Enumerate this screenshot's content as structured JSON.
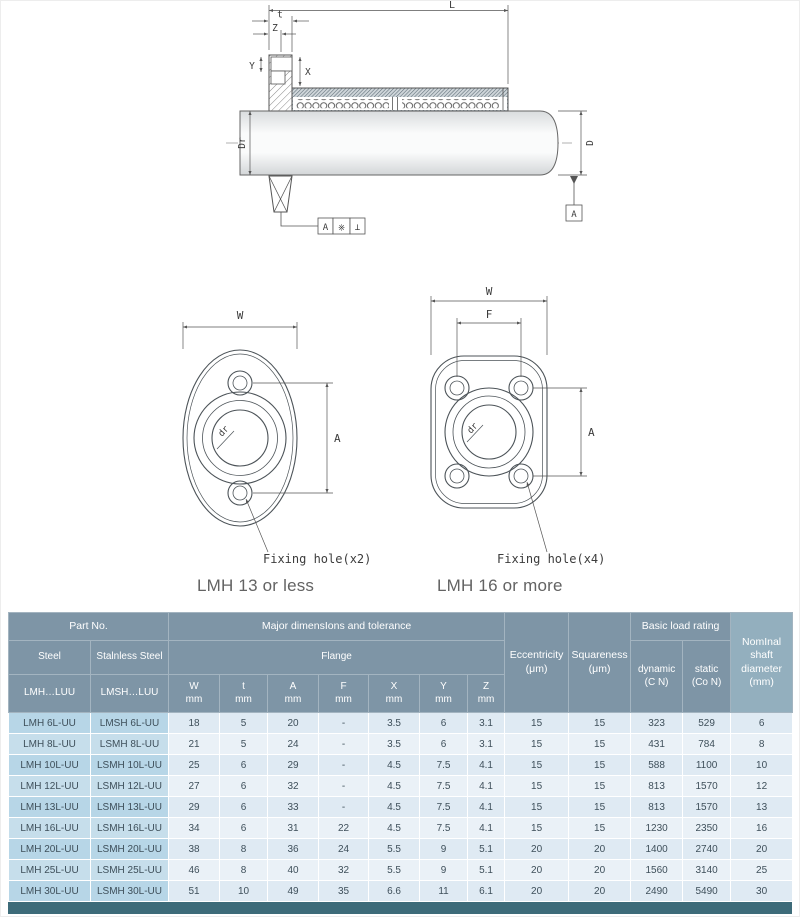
{
  "main_drawing": {
    "dim_l": "L",
    "dim_t": "t",
    "dim_z": "Z",
    "dim_y": "Y",
    "dim_x": "X",
    "dim_dr": "Dr",
    "dim_d": "D",
    "datum_left_a": "A",
    "datum_left_sym": "※",
    "datum_left_perp": "⊥",
    "datum_right_a": "A"
  },
  "flange_two_hole": {
    "dim_w": "W",
    "dim_a": "A",
    "bore_label": "dr",
    "fixing": "Fixing hole(x2)",
    "caption": "LMH 13 or less"
  },
  "flange_four_hole": {
    "dim_w": "W",
    "dim_f": "F",
    "dim_a": "A",
    "bore_label": "dr",
    "fixing": "Fixing hole(x4)",
    "caption": "LMH 16 or more"
  },
  "table": {
    "header": {
      "part_no": "Part No.",
      "major_dims": "Major dimensIons and tolerance",
      "basic_load": "Basic load rating",
      "nominal": "NomInal\nshaft\ndiameter\n(mm)",
      "steel": "Steel",
      "stainless": "Stalnless Steel",
      "flange": "Flange",
      "steel_code": "LMH…LUU",
      "stainless_code": "LMSH…LUU",
      "cols": [
        "W\nmm",
        "t\nmm",
        "A\nmm",
        "F\nmm",
        "X\nmm",
        "Y\nmm",
        "Z\nmm"
      ],
      "eccentricity": "Eccentricity\n(μm)",
      "squareness": "Squareness\n(μm)",
      "dynamic": "dynamic\n(C N)",
      "static": "static\n(Co N)"
    },
    "rows": [
      [
        "LMH 6L-UU",
        "LMSH 6L-UU",
        "18",
        "5",
        "20",
        "-",
        "3.5",
        "6",
        "3.1",
        "15",
        "15",
        "323",
        "529",
        "6"
      ],
      [
        "LMH 8L-UU",
        "LSMH 8L-UU",
        "21",
        "5",
        "24",
        "-",
        "3.5",
        "6",
        "3.1",
        "15",
        "15",
        "431",
        "784",
        "8"
      ],
      [
        "LMH 10L-UU",
        "LSMH 10L-UU",
        "25",
        "6",
        "29",
        "-",
        "4.5",
        "7.5",
        "4.1",
        "15",
        "15",
        "588",
        "1100",
        "10"
      ],
      [
        "LMH 12L-UU",
        "LSMH 12L-UU",
        "27",
        "6",
        "32",
        "-",
        "4.5",
        "7.5",
        "4.1",
        "15",
        "15",
        "813",
        "1570",
        "12"
      ],
      [
        "LMH 13L-UU",
        "LSMH 13L-UU",
        "29",
        "6",
        "33",
        "-",
        "4.5",
        "7.5",
        "4.1",
        "15",
        "15",
        "813",
        "1570",
        "13"
      ],
      [
        "LMH 16L-UU",
        "LSMH 16L-UU",
        "34",
        "6",
        "31",
        "22",
        "4.5",
        "7.5",
        "4.1",
        "15",
        "15",
        "1230",
        "2350",
        "16"
      ],
      [
        "LMH 20L-UU",
        "LSMH 20L-UU",
        "38",
        "8",
        "36",
        "24",
        "5.5",
        "9",
        "5.1",
        "20",
        "20",
        "1400",
        "2740",
        "20"
      ],
      [
        "LMH 25L-UU",
        "LSMH 25L-UU",
        "46",
        "8",
        "40",
        "32",
        "5.5",
        "9",
        "5.1",
        "20",
        "20",
        "1560",
        "3140",
        "25"
      ],
      [
        "LMH 30L-UU",
        "LSMH 30L-UU",
        "51",
        "10",
        "49",
        "35",
        "6.6",
        "11",
        "6.1",
        "20",
        "20",
        "2490",
        "5490",
        "30"
      ]
    ]
  },
  "colors": {
    "header_bg": "#7e95a6",
    "nominal_header_bg": "#93afbe",
    "row_odd_value_bg": "#dfeaf3",
    "row_odd_part_bg": "#b7d6e7",
    "row_even_value_bg": "#eaf1f7",
    "row_even_part_bg": "#c6deeb",
    "footer_bar": "#3d6b79"
  }
}
